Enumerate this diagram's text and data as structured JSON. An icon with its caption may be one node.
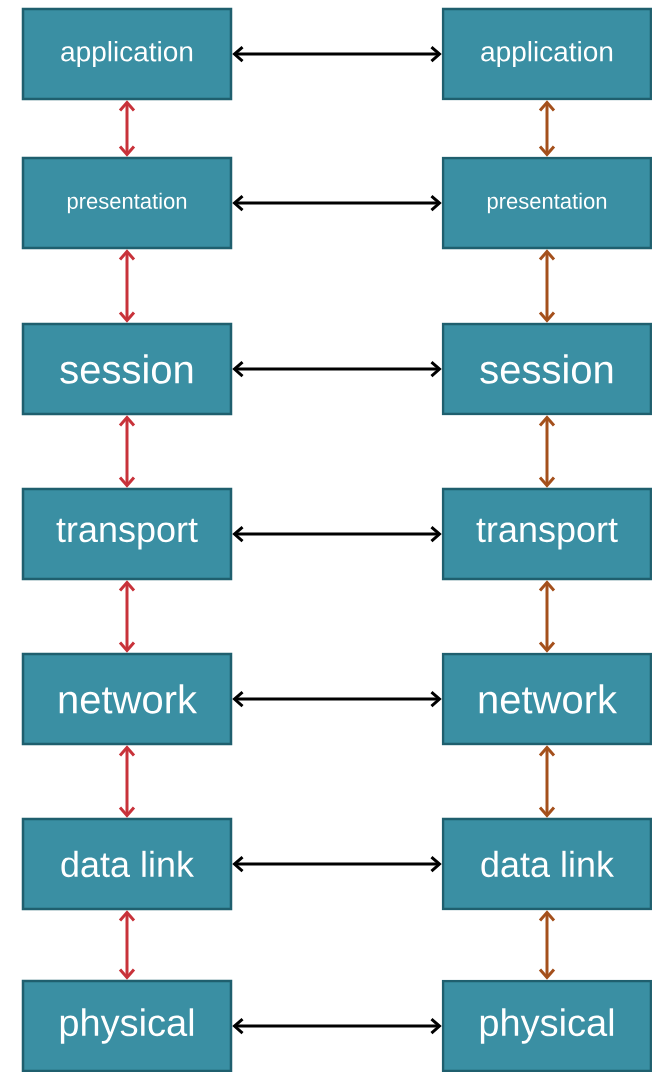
{
  "diagram": {
    "nodes": [
      {
        "text": [
          "application"
        ]
      },
      {
        "text": [
          "application"
        ]
      },
      {
        "text": [
          "presentation"
        ]
      },
      {
        "text": [
          "presentation"
        ]
      },
      {
        "text": [
          "session"
        ]
      },
      {
        "text": [
          "session"
        ]
      },
      {
        "text": [
          "transport"
        ]
      },
      {
        "text": [
          "transport"
        ]
      },
      {
        "text": [
          "network"
        ]
      },
      {
        "text": [
          "network"
        ]
      },
      {
        "text": [
          "data link"
        ]
      },
      {
        "text": [
          "data link"
        ]
      },
      {
        "text": [
          "physical"
        ]
      },
      {
        "text": [
          "physical"
        ]
      }
    ],
    "edges": [
      {
        "from": 0,
        "to": 1,
        "arrow": "both"
      },
      {
        "from": 2,
        "to": 3,
        "arrow": "both"
      },
      {
        "from": 4,
        "to": 5,
        "arrow": "both"
      },
      {
        "from": 6,
        "to": 7,
        "arrow": "both"
      },
      {
        "from": 8,
        "to": 9,
        "arrow": "both"
      },
      {
        "from": 10,
        "to": 11,
        "arrow": "both"
      },
      {
        "from": 12,
        "to": 13,
        "arrow": "both"
      },
      {
        "from": 0,
        "to": 2,
        "arrow": "both",
        "color": "#c8323a"
      },
      {
        "from": 2,
        "to": 4,
        "arrow": "both",
        "color": "#c8323a"
      },
      {
        "from": 4,
        "to": 6,
        "arrow": "both",
        "color": "#c8323a"
      },
      {
        "from": 6,
        "to": 8,
        "arrow": "both",
        "color": "#c8323a"
      },
      {
        "from": 8,
        "to": 10,
        "arrow": "both",
        "color": "#c8323a"
      },
      {
        "from": 10,
        "to": 12,
        "arrow": "both",
        "color": "#c8323a"
      },
      {
        "from": 1,
        "to": 3,
        "arrow": "both",
        "color": "#a4501c"
      },
      {
        "from": 3,
        "to": 5,
        "arrow": "both",
        "color": "#a4501c"
      },
      {
        "from": 5,
        "to": 7,
        "arrow": "both",
        "color": "#a4501c"
      },
      {
        "from": 7,
        "to": 9,
        "arrow": "both",
        "color": "#a4501c"
      },
      {
        "from": 9,
        "to": 11,
        "arrow": "both",
        "color": "#a4501c"
      },
      {
        "from": 11,
        "to": 13,
        "arrow": "both",
        "color": "#a4501c"
      }
    ]
  }
}
